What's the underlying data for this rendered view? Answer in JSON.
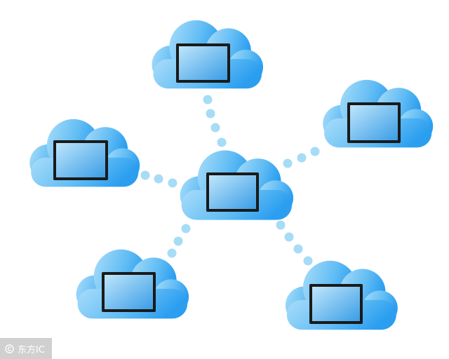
{
  "watermark": {
    "text": "东方IC",
    "icon": "copyright-icon"
  },
  "diagram": {
    "type": "star-network",
    "hub": "center",
    "node_count": 6,
    "colors": {
      "cloud_light": "#a9ddfa",
      "cloud_dark": "#2b9ef0",
      "screen_light": "#a3daf7",
      "screen_dark": "#3a9de6",
      "frame": "#1a1a1a",
      "connector_dot": "#a6dcf6"
    }
  }
}
